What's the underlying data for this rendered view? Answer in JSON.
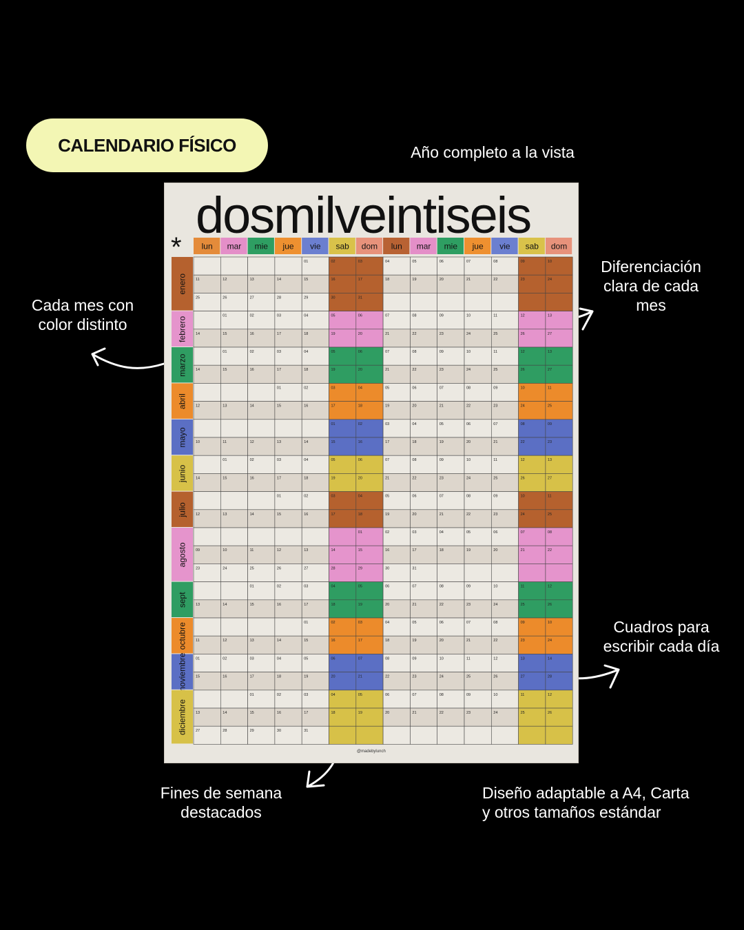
{
  "badge": "CALENDARIO FÍSICO",
  "annotations": {
    "top": "Año completo a la vista",
    "left": [
      "Cada mes con",
      "color distinto"
    ],
    "right1": [
      "Diferenciación",
      "clara de cada",
      "mes"
    ],
    "right2": [
      "Cuadros para",
      "escribir cada día"
    ],
    "bottom1": [
      "Fines de semana",
      "destacados"
    ],
    "bottom2": [
      "Diseño adaptable a A4, Carta",
      "y otros tamaños estándar"
    ]
  },
  "poster": {
    "title": "dosmilveintiseis",
    "asterisk": "*",
    "credit": "@madebylunch",
    "weekdays": [
      "lun",
      "mar",
      "mie",
      "jue",
      "vie",
      "sab",
      "dom",
      "lun",
      "mar",
      "mie",
      "jue",
      "vie",
      "sab",
      "dom"
    ],
    "weekday_colors": [
      "#e48b3a",
      "#e48fc8",
      "#2e9e62",
      "#ee9030",
      "#6b7fd0",
      "#d9c24a",
      "#e7927b",
      "#b86233",
      "#e48fc8",
      "#2e9e62",
      "#ee9030",
      "#6b7fd0",
      "#d9c24a",
      "#e7927b"
    ],
    "months": [
      {
        "name": "enero",
        "color": "#b5612e",
        "rows": 3,
        "days": [
          4,
          0,
          31
        ]
      },
      {
        "name": "febrero",
        "color": "#e594cc",
        "rows": 2,
        "days": [
          1,
          0,
          28
        ]
      },
      {
        "name": "marzo",
        "color": "#2f9d62",
        "rows": 2,
        "days": [
          1,
          0,
          31
        ]
      },
      {
        "name": "abril",
        "color": "#ec8b2b",
        "rows": 2,
        "days": [
          3,
          0,
          30
        ]
      },
      {
        "name": "mayo",
        "color": "#5b6fc4",
        "rows": 2,
        "days": [
          5,
          0,
          31
        ]
      },
      {
        "name": "junio",
        "color": "#d7c148",
        "rows": 2,
        "days": [
          1,
          0,
          30
        ]
      },
      {
        "name": "julio",
        "color": "#b5612e",
        "rows": 2,
        "days": [
          3,
          0,
          31
        ]
      },
      {
        "name": "agosto",
        "color": "#e594cc",
        "rows": 3,
        "days": [
          6,
          0,
          31
        ]
      },
      {
        "name": "sept",
        "color": "#2f9d62",
        "rows": 2,
        "days": [
          2,
          0,
          30
        ]
      },
      {
        "name": "octubre",
        "color": "#ec8b2b",
        "rows": 2,
        "days": [
          4,
          0,
          31
        ]
      },
      {
        "name": "noviembre",
        "color": "#5b6fc4",
        "rows": 2,
        "days": [
          0,
          0,
          30
        ]
      },
      {
        "name": "diciembre",
        "color": "#d7c148",
        "rows": 3,
        "days": [
          2,
          0,
          31
        ]
      }
    ]
  },
  "colors": {
    "background": "#000000",
    "badge": "#f3f6b4",
    "paper": "#e9e6df",
    "text": "#ffffff"
  }
}
